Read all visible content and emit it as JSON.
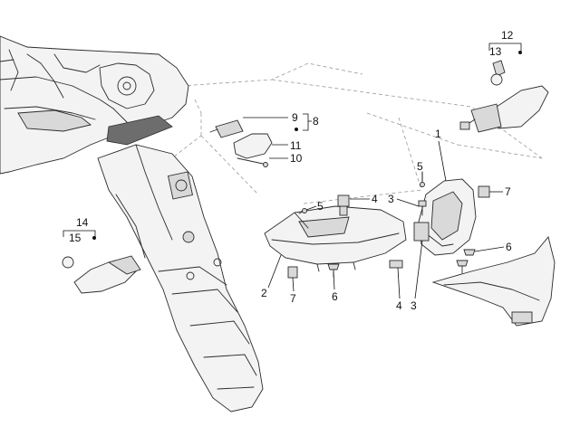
{
  "callouts": {
    "c1": "1",
    "c2": "2",
    "c3a": "3",
    "c3b": "3",
    "c4a": "4",
    "c4b": "4",
    "c5a": "5",
    "c5b": "5",
    "c6a": "6",
    "c6b": "6",
    "c7a": "7",
    "c7b": "7",
    "c8": "8",
    "c9": "9",
    "c10": "10",
    "c11": "11",
    "c12": "12",
    "c13": "13",
    "c14": "14",
    "c15": "15"
  }
}
